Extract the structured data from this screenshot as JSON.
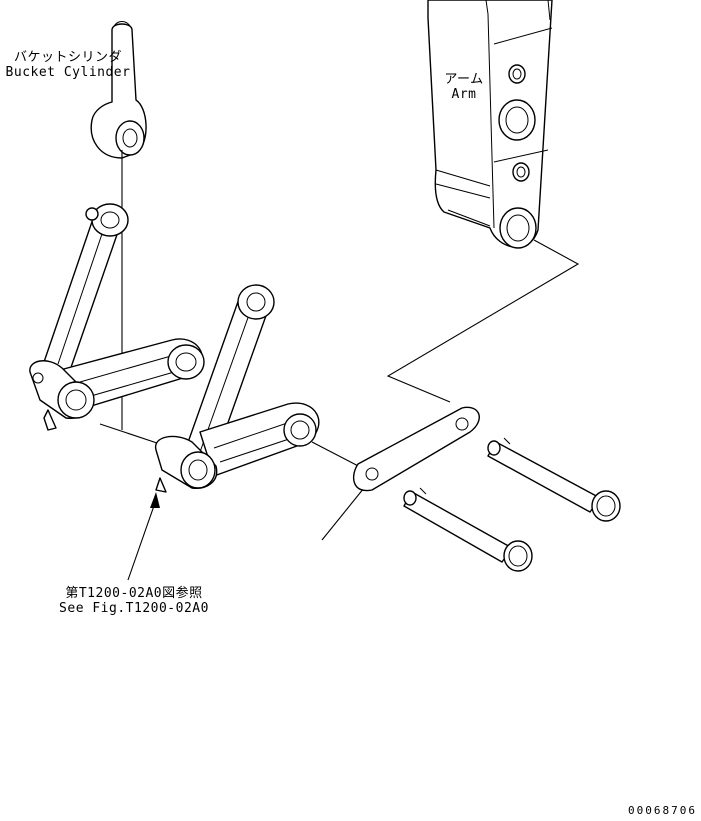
{
  "labels": {
    "bucket_cylinder_jp": "バケットシリンダ",
    "bucket_cylinder_en": "Bucket Cylinder",
    "arm_jp": "アーム",
    "arm_en": "Arm",
    "see_fig_jp": "第T1200-02A0図参照",
    "see_fig_en": "See Fig.T1200-02A0"
  },
  "serial_number": "00068706",
  "colors": {
    "line": "#000000",
    "background": "#ffffff"
  }
}
